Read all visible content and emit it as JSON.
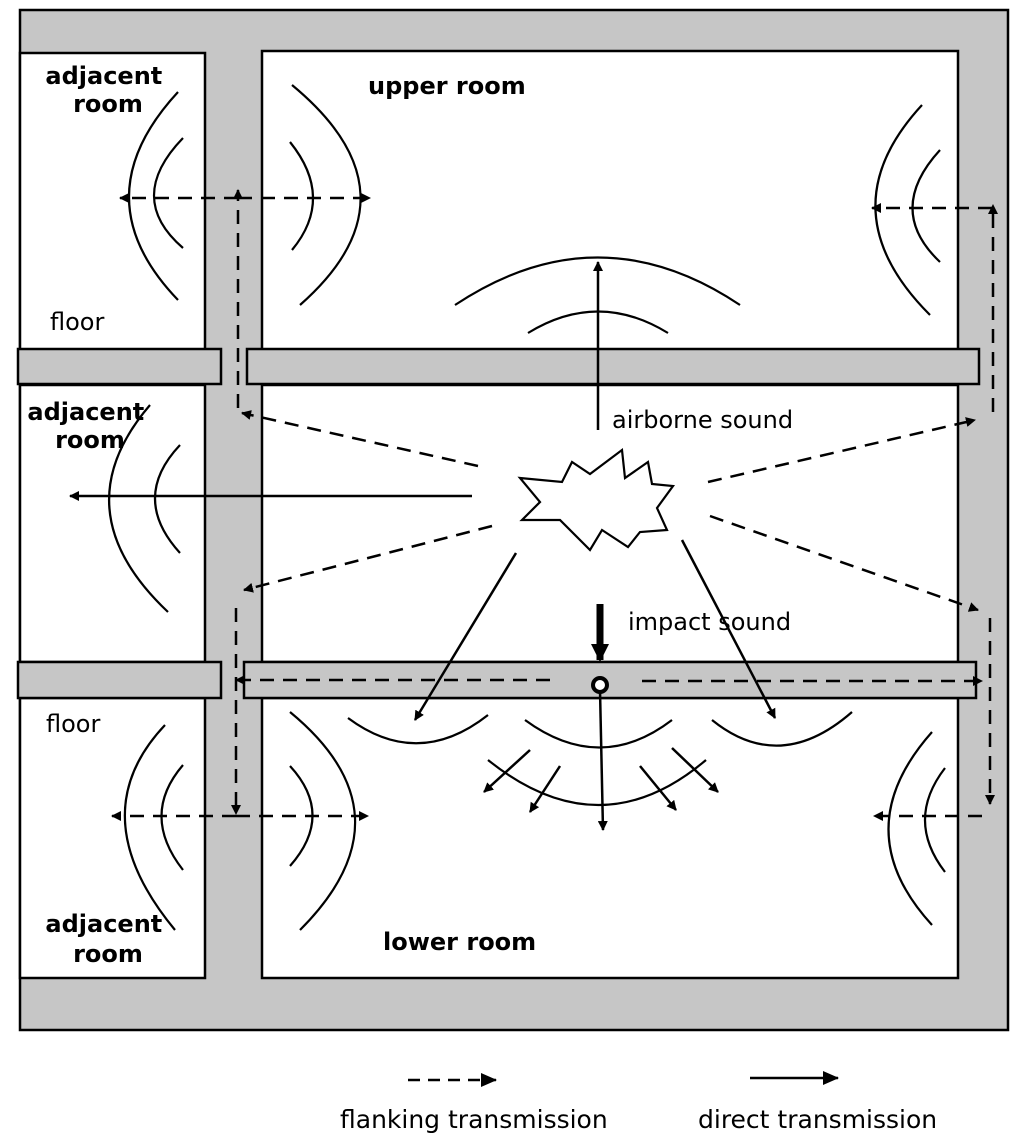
{
  "labels": {
    "upper_room": "upper room",
    "lower_room": "lower room",
    "adjacent_room_top": [
      "adjacent",
      "room"
    ],
    "adjacent_room_mid": [
      "adjacent",
      "room"
    ],
    "adjacent_room_bottom": [
      "adjacent",
      "room"
    ],
    "floor_upper": "floor",
    "floor_lower": "floor",
    "airborne_sound": "airborne sound",
    "impact_sound": "impact sound"
  },
  "legend": {
    "flanking": "flanking transmission",
    "direct": "direct transmission"
  },
  "colors": {
    "wall": "#c6c6c6",
    "room": "#ffffff",
    "line": "#000000"
  }
}
